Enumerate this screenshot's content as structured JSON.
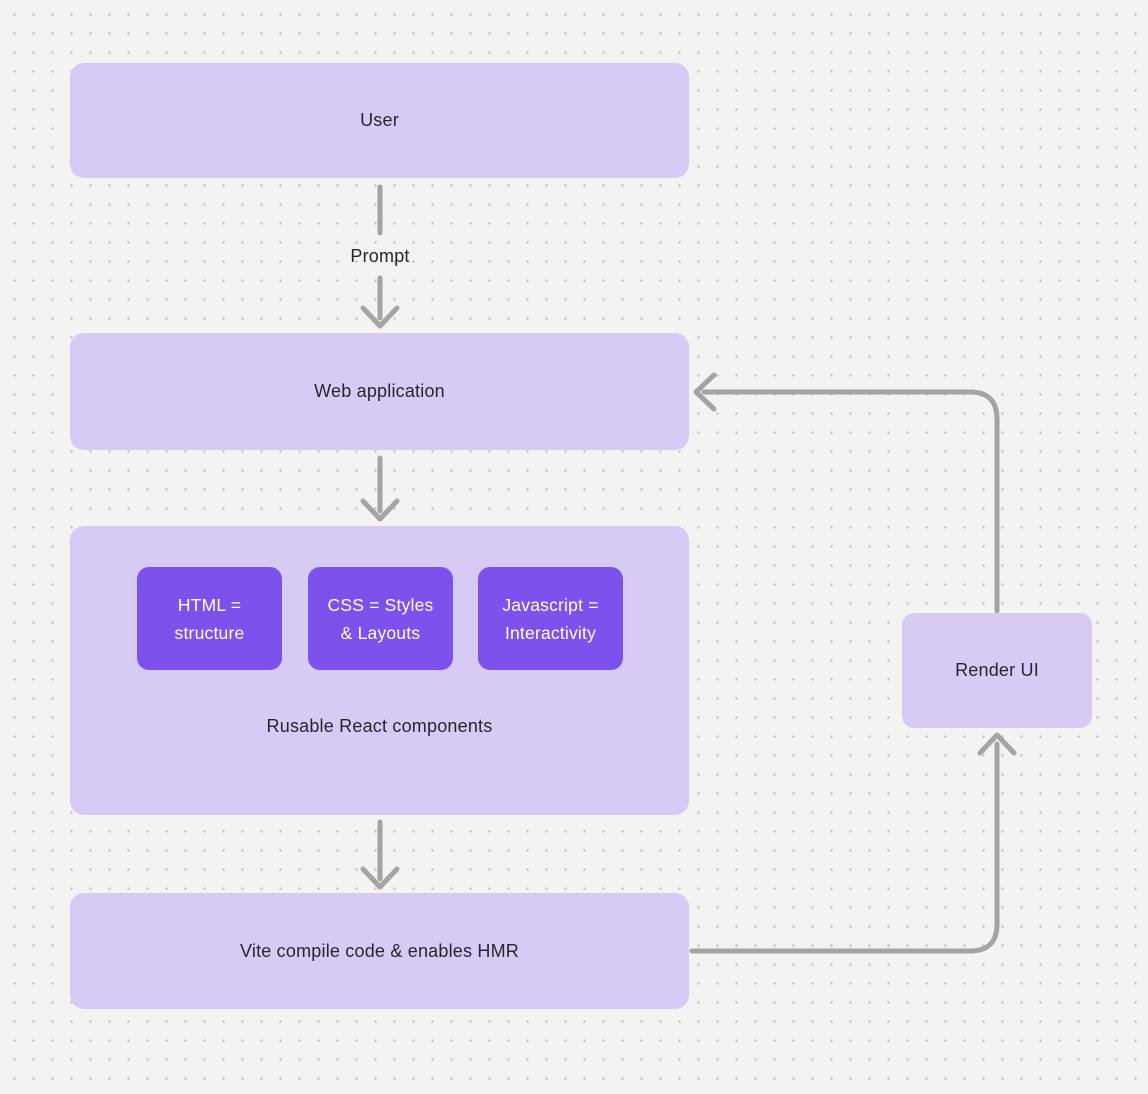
{
  "diagram": {
    "nodes": {
      "user": {
        "label": "User"
      },
      "web_application": {
        "label": "Web application"
      },
      "components_group": {
        "caption": "Rusable React components",
        "chips": [
          {
            "id": "html",
            "lines": [
              "HTML =",
              "structure"
            ]
          },
          {
            "id": "css",
            "lines": [
              "CSS = Styles",
              "& Layouts"
            ]
          },
          {
            "id": "js",
            "lines": [
              "Javascript =",
              "Interactivity"
            ]
          }
        ]
      },
      "vite": {
        "label": "Vite compile code & enables HMR"
      },
      "render_ui": {
        "label": "Render UI"
      }
    },
    "edges": {
      "user_to_webapp_label": "Prompt"
    },
    "colors": {
      "background": "#f4f3f1",
      "grid_dot": "#c7c6c4",
      "node_light": "#d7cbf6",
      "node_dark": "#7d51ec",
      "connector": "#a4a4a4",
      "text_dark": "#26262b",
      "text_light": "#ffffff"
    }
  }
}
